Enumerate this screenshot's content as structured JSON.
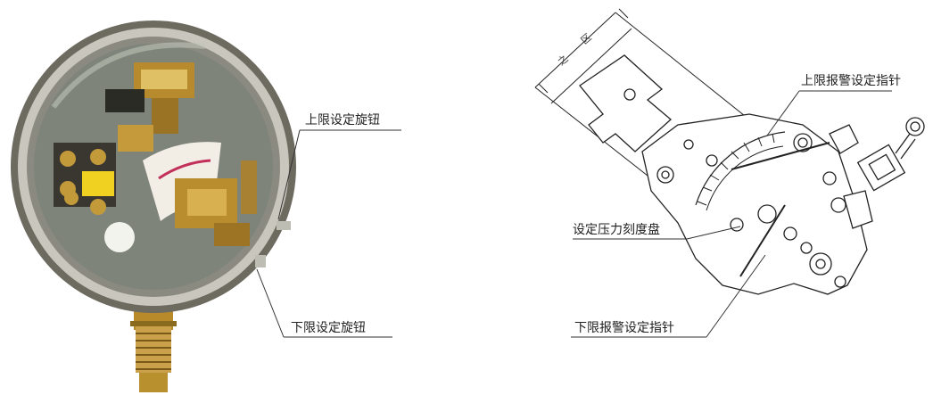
{
  "colors": {
    "brass": "#c8a03c",
    "brass_dark": "#8a6a1e",
    "steel": "#9a9a92",
    "dial_face": "#7e8479",
    "ink": "#222222"
  },
  "left_figure": {
    "label_upper_knob": "上限设定旋钮",
    "label_lower_knob": "下限设定旋钮"
  },
  "right_figure": {
    "label_upper_pointer": "上限报警设定指针",
    "label_scale_dial": "设定压力刻度盘",
    "label_lower_pointer": "下限报警设定指针",
    "dim_label_1": "之",
    "dim_label_2": "区"
  }
}
